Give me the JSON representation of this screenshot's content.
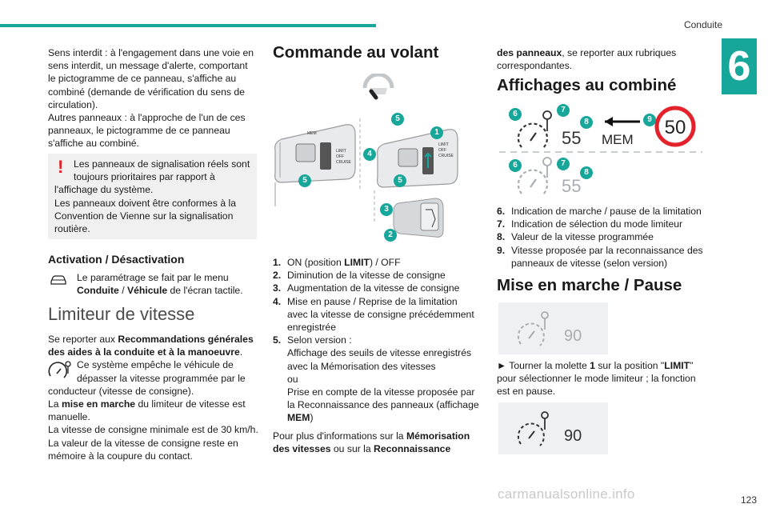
{
  "header": {
    "section": "Conduite",
    "chapter": "6",
    "page": "123"
  },
  "col1": {
    "intro_lines": [
      "Sens interdit : à l'engagement dans une voie en",
      "sens interdit, un message d'alerte, comportant",
      "le pictogramme de ce panneau, s'affiche au",
      "combiné (demande de vérification du sens de",
      "circulation).",
      "Autres panneaux : à l'approche de l'un de ces",
      "panneaux, le pictogramme de ce panneau",
      "s'affiche au combiné."
    ],
    "notice_lines": [
      "Les panneaux de signalisation réels sont",
      "toujours prioritaires par rapport à",
      "l'affichage du système.",
      "Les panneaux doivent être conformes à la",
      "Convention de Vienne sur la signalisation",
      "routière."
    ],
    "activation_title": "Activation / Désactivation",
    "activation_l1": "Le paramétrage se fait par le menu",
    "activation_b1": "Conduite",
    "activation_sep": " / ",
    "activation_b2": "Véhicule",
    "activation_end": " de l'écran tactile.",
    "limiter_title": "Limiteur de vitesse",
    "ref_a": "Se reporter aux ",
    "ref_b1": "Recommandations générales",
    "ref_b2": "des aides à la conduite et à la manoeuvre",
    "ref_end": ".",
    "sys_l1": "Ce système empêche le véhicule de",
    "sys_l2": "dépasser la vitesse programmée par le",
    "sys_l3": "conducteur (vitesse de consigne).",
    "mm_a": "La ",
    "mm_b": "mise en marche",
    "mm_c": " du limiteur de vitesse est",
    "mm_d": "manuelle.",
    "min_speed": "La vitesse de consigne minimale est de 30 km/h.",
    "keep_l1": "La valeur de la vitesse de consigne reste en",
    "keep_l2": "mémoire à la coupure du contact."
  },
  "col2": {
    "title": "Commande au volant",
    "stalk": {
      "mem": "MEM",
      "limit": "LIMIT",
      "off": "OFF",
      "cruise": "CRUISE"
    },
    "badges": [
      "1",
      "2",
      "3",
      "4",
      "5",
      "5",
      "5"
    ],
    "list": [
      {
        "n": "1.",
        "a": "ON (position ",
        "b": "LIMIT",
        "c": ") / OFF"
      },
      {
        "n": "2.",
        "a": "Diminution de la vitesse de consigne"
      },
      {
        "n": "3.",
        "a": "Augmentation de la vitesse de consigne"
      },
      {
        "n": "4.",
        "a": "Mise en pause / Reprise de la limitation",
        "l2": "avec la vitesse de consigne précédemment",
        "l3": "enregistrée"
      }
    ],
    "item5_n": "5.",
    "item5_l1": "Selon version :",
    "item5_l2": "Affichage des seuils de vitesse enregistrés",
    "item5_l3": "avec la Mémorisation des vitesses",
    "item5_l4": "ou",
    "item5_l5": "Prise en compte de la vitesse proposée par",
    "item5_l6": "la Reconnaissance des panneaux (affichage",
    "item5_l7b": "MEM",
    "item5_l7c": ")",
    "more_a": "Pour plus d'informations sur la ",
    "more_b": "Mémorisation",
    "more_c": "des vitesses",
    "more_d": " ou sur la ",
    "more_e": "Reconnaissance"
  },
  "col3": {
    "cont_b": "des panneaux",
    "cont_c": ", se reporter aux rubriques",
    "cont_d": "correspondantes.",
    "title": "Affichages au combiné",
    "display": {
      "speed": "55",
      "mem": "MEM",
      "sign": "50",
      "badges": [
        "6",
        "7",
        "8",
        "9",
        "6",
        "7",
        "8"
      ]
    },
    "list": [
      {
        "n": "6.",
        "t": "Indication de marche / pause de la limitation"
      },
      {
        "n": "7.",
        "t": "Indication de sélection du mode limiteur"
      },
      {
        "n": "8.",
        "t": "Valeur de la vitesse programmée"
      },
      {
        "n": "9.",
        "t": "Vitesse proposée par la reconnaissance des",
        "t2": "panneaux de vitesse (selon version)"
      }
    ],
    "mm_title": "Mise en marche / Pause",
    "gauge_value": "90",
    "turn_a": "► Tourner la molette ",
    "turn_b": "1",
    "turn_c": " sur la position \"",
    "turn_d": "LIMIT",
    "turn_e": "\"",
    "turn_l2": "pour sélectionner le mode limiteur ; la fonction",
    "turn_l3": "est en pause."
  },
  "watermark": "carmanualsonline.info"
}
